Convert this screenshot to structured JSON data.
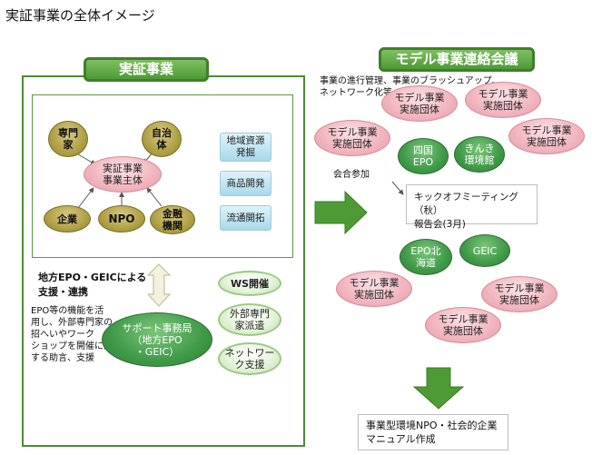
{
  "title": "実証事業の全体イメージ",
  "left_section": {
    "header": "実証事業",
    "core": "実証事業\n事業主体",
    "top_nodes": [
      "専門\n家",
      "自治\n体"
    ],
    "bottom_nodes": [
      "企業",
      "NPO",
      "金融\n機関"
    ],
    "side_boxes": [
      "地域資源\n発掘",
      "商品開発",
      "流通開拓"
    ],
    "support_heading": "地方EPO・GEICによる\n支援・連携",
    "support_desc": "EPO等の機能を活\n用し、外部専門家の\n招へいやワーク\nショップを開催に対\nする助言、支援",
    "support_center": "サポート事務局\n（地方EPO\n・GEIC）",
    "support_items": [
      "WS開催",
      "外部専門\n家派遣",
      "ネットワー\nク支援"
    ]
  },
  "right_section": {
    "header": "モデル事業連絡会議",
    "note": "事業の進行管理、事業のブラッシュアップ、\nネットワーク化等",
    "model_label": "モデル事業\n実施団体",
    "green_top": [
      "四国\nEPO",
      "きんき\n環境館"
    ],
    "attend_label": "会合参加",
    "kickoff_lines": [
      "キックオフミーティング（秋）",
      "報告会(3月)"
    ],
    "green_bottom": [
      "EPO北\n海道",
      "GEIC"
    ],
    "result_lines": [
      "事業型環境NPO・社会的企業",
      "マニュアル作成"
    ]
  },
  "colors": {
    "header_green": "#4e9a35",
    "pink_node": "#f2b8c1",
    "olive_node": "#b0a045",
    "green_node": "#3f9a48",
    "arrow_green": "#4e9a35"
  }
}
